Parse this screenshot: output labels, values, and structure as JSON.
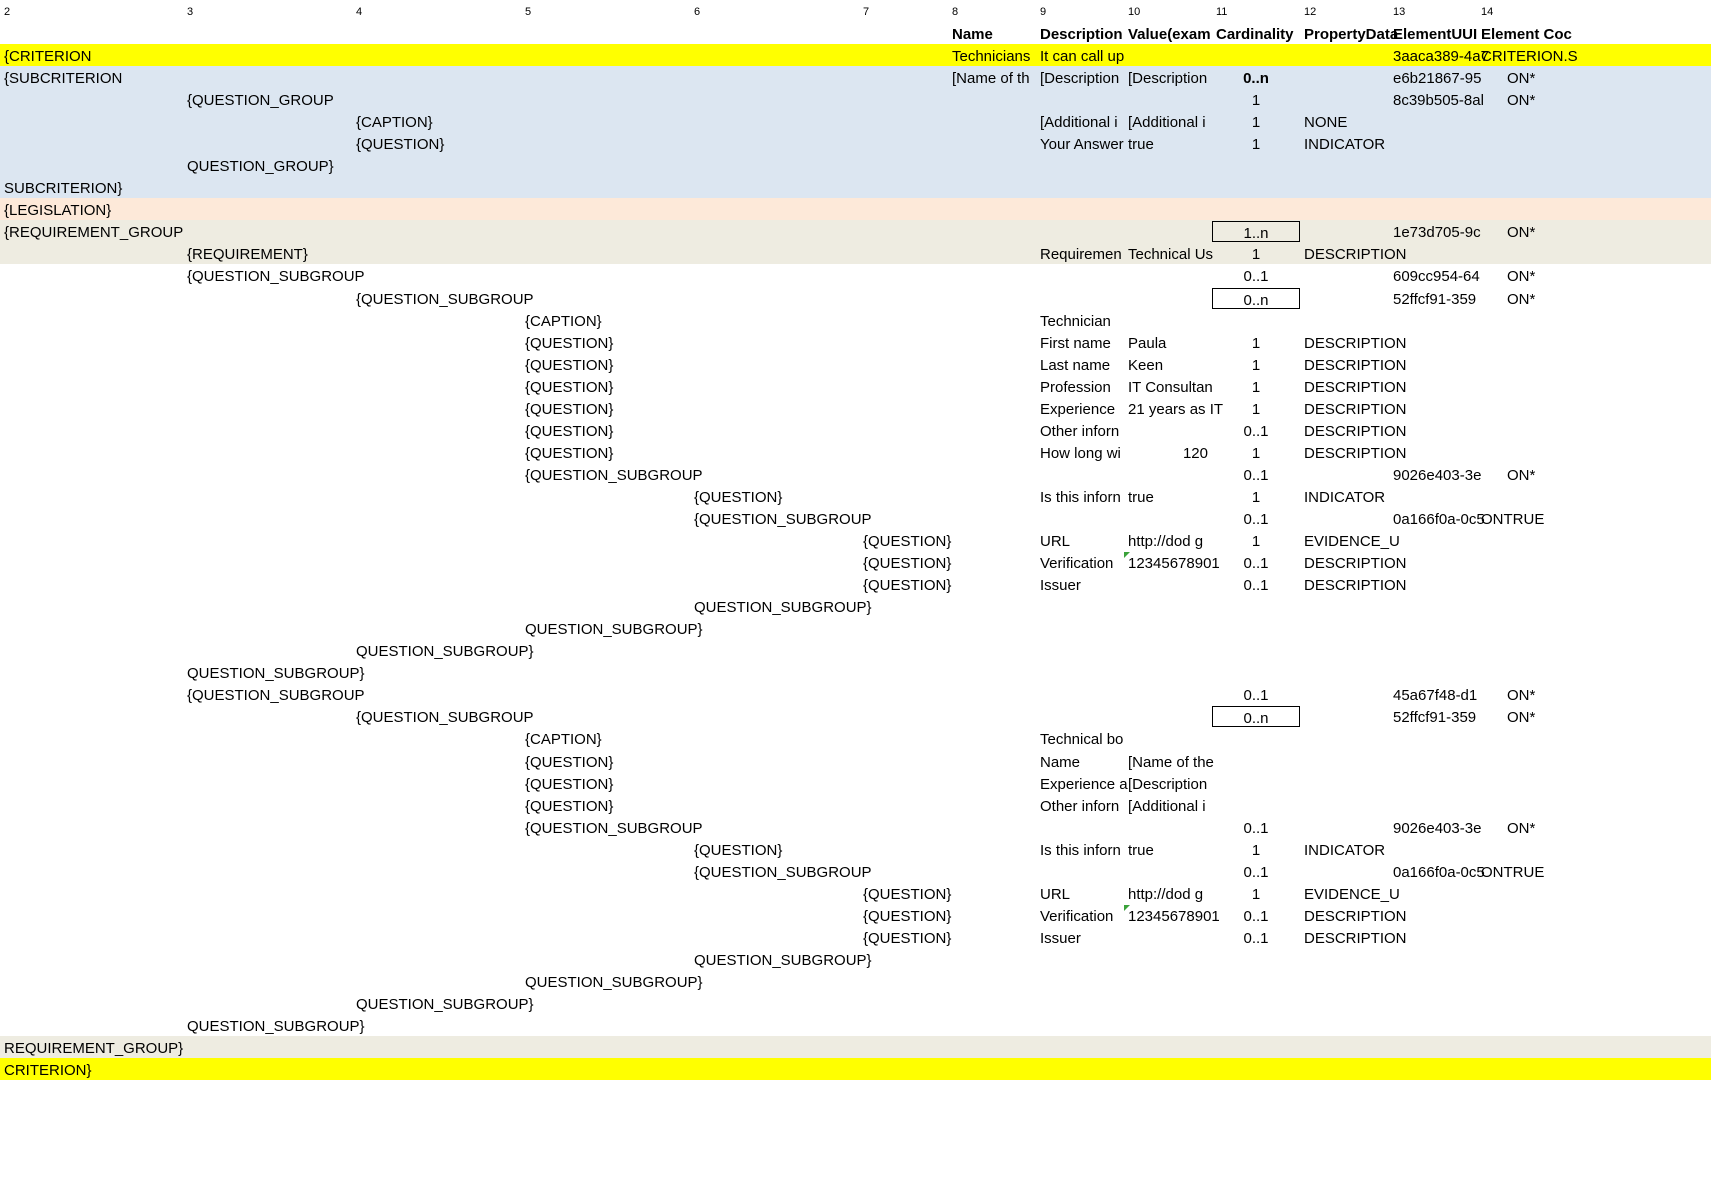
{
  "colors": {
    "criterion": "#ffff00",
    "subcriterion": "#dce6f1",
    "legislation": "#fde9d9",
    "requirement_group": "#eeece1",
    "comment_marker": "#3aa23a"
  },
  "column_numbers": [
    "2",
    "3",
    "4",
    "5",
    "6",
    "7",
    "8",
    "9",
    "10",
    "11",
    "12",
    "13",
    "14"
  ],
  "headers": {
    "name": "Name",
    "description": "Description",
    "value": "Value(exam",
    "cardinality": "Cardinality",
    "property_data": "PropertyData",
    "element_uuid": "ElementUUI",
    "element_code": "Element Coc"
  },
  "rows": [
    {
      "fill": "criterion",
      "level": 0,
      "tag": "{CRITERION",
      "name": "Technicians",
      "desc": "It can call up",
      "value": "",
      "card": "",
      "prop": "",
      "uuid": "3aaca389-4a7",
      "code": "CRITERION.S"
    },
    {
      "fill": "subcriterion",
      "level": 0,
      "tag": "{SUBCRITERION",
      "name": "[Name of th",
      "desc": "[Description",
      "value": "[Description",
      "card": "0..n",
      "cardBold": true,
      "prop": "",
      "uuid": "e6b21867-95",
      "code": "ON*"
    },
    {
      "fill": "subcriterion",
      "level": 1,
      "tag": "{QUESTION_GROUP",
      "name": "",
      "desc": "",
      "value": "",
      "card": "1",
      "prop": "",
      "uuid": "8c39b505-8al",
      "code": "ON*"
    },
    {
      "fill": "subcriterion",
      "level": 2,
      "tag": "{CAPTION}",
      "name": "",
      "desc": "[Additional i",
      "value": "[Additional i",
      "card": "1",
      "prop": "NONE",
      "uuid": "",
      "code": ""
    },
    {
      "fill": "subcriterion",
      "level": 2,
      "tag": "{QUESTION}",
      "name": "",
      "desc": "Your Answer",
      "value": "true",
      "card": "1",
      "prop": "INDICATOR",
      "uuid": "",
      "code": ""
    },
    {
      "fill": "subcriterion",
      "level": 1,
      "tag": "QUESTION_GROUP}",
      "name": "",
      "desc": "",
      "value": "",
      "card": "",
      "prop": "",
      "uuid": "",
      "code": ""
    },
    {
      "fill": "subcriterion",
      "level": 0,
      "tag": "SUBCRITERION}",
      "name": "",
      "desc": "",
      "value": "",
      "card": "",
      "prop": "",
      "uuid": "",
      "code": ""
    },
    {
      "fill": "legislation",
      "level": 0,
      "tag": "{LEGISLATION}",
      "name": "",
      "desc": "",
      "value": "",
      "card": "",
      "prop": "",
      "uuid": "",
      "code": ""
    },
    {
      "fill": "requirement_group",
      "level": 0,
      "tag": "{REQUIREMENT_GROUP",
      "name": "",
      "desc": "",
      "value": "",
      "card": "1..n",
      "cardBox": true,
      "prop": "",
      "uuid": "1e73d705-9c",
      "code": "ON*"
    },
    {
      "fill": "requirement_group",
      "level": 1,
      "tag": "{REQUIREMENT}",
      "name": "",
      "desc": "Requiremen",
      "value": "Technical Us",
      "card": "1",
      "prop": "DESCRIPTION",
      "uuid": "",
      "code": ""
    },
    {
      "fill": "",
      "level": 1,
      "tag": "{QUESTION_SUBGROUP",
      "name": "",
      "desc": "",
      "value": "",
      "card": "0..1",
      "prop": "",
      "uuid": "609cc954-64",
      "code": "ON*"
    },
    {
      "fill": "",
      "level": 2,
      "tag": "{QUESTION_SUBGROUP",
      "name": "",
      "desc": "",
      "value": "",
      "card": "0..n",
      "cardBox": true,
      "prop": "",
      "uuid": "52ffcf91-359",
      "code": "ON*"
    },
    {
      "fill": "",
      "level": 3,
      "tag": "{CAPTION}",
      "name": "",
      "desc": "Technician",
      "value": "",
      "card": "",
      "prop": "",
      "uuid": "",
      "code": ""
    },
    {
      "fill": "",
      "level": 3,
      "tag": "{QUESTION}",
      "name": "",
      "desc": "First name",
      "value": "Paula",
      "card": "1",
      "prop": "DESCRIPTION",
      "uuid": "",
      "code": ""
    },
    {
      "fill": "",
      "level": 3,
      "tag": "{QUESTION}",
      "name": "",
      "desc": "Last name",
      "value": "Keen",
      "card": "1",
      "prop": "DESCRIPTION",
      "uuid": "",
      "code": ""
    },
    {
      "fill": "",
      "level": 3,
      "tag": "{QUESTION}",
      "name": "",
      "desc": "Profession",
      "value": "IT Consultan",
      "card": "1",
      "prop": "DESCRIPTION",
      "uuid": "",
      "code": ""
    },
    {
      "fill": "",
      "level": 3,
      "tag": "{QUESTION}",
      "name": "",
      "desc": "Experience",
      "value": "21 years as IT",
      "card": "1",
      "prop": "DESCRIPTION",
      "uuid": "",
      "code": ""
    },
    {
      "fill": "",
      "level": 3,
      "tag": "{QUESTION}",
      "name": "",
      "desc": "Other inforn",
      "value": "",
      "card": "0..1",
      "prop": "DESCRIPTION",
      "uuid": "",
      "code": ""
    },
    {
      "fill": "",
      "level": 3,
      "tag": "{QUESTION}",
      "name": "",
      "desc": "How long wi",
      "value": "120",
      "valueRight": true,
      "card": "1",
      "prop": "DESCRIPTION",
      "uuid": "",
      "code": ""
    },
    {
      "fill": "",
      "level": 3,
      "tag": "{QUESTION_SUBGROUP",
      "name": "",
      "desc": "",
      "value": "",
      "card": "0..1",
      "prop": "",
      "uuid": "9026e403-3e",
      "code": "ON*"
    },
    {
      "fill": "",
      "level": 4,
      "tag": "{QUESTION}",
      "name": "",
      "desc": "Is this inforn",
      "value": "true",
      "card": "1",
      "prop": "INDICATOR",
      "uuid": "",
      "code": ""
    },
    {
      "fill": "",
      "level": 4,
      "tag": "{QUESTION_SUBGROUP",
      "name": "",
      "desc": "",
      "value": "",
      "card": "0..1",
      "prop": "",
      "uuid": "0a166f0a-0c5",
      "code": "ONTRUE"
    },
    {
      "fill": "",
      "level": 5,
      "tag": "{QUESTION}",
      "name": "",
      "desc": "URL",
      "value": "http://dod g",
      "card": "1",
      "prop": "EVIDENCE_U",
      "uuid": "",
      "code": ""
    },
    {
      "fill": "",
      "level": 5,
      "tag": "{QUESTION}",
      "name": "",
      "desc": "Verification",
      "value": "12345678901",
      "comment": true,
      "card": "0..1",
      "prop": "DESCRIPTION",
      "uuid": "",
      "code": ""
    },
    {
      "fill": "",
      "level": 5,
      "tag": "{QUESTION}",
      "name": "",
      "desc": "Issuer",
      "value": "",
      "card": "0..1",
      "prop": "DESCRIPTION",
      "uuid": "",
      "code": ""
    },
    {
      "fill": "",
      "level": 4,
      "tag": "QUESTION_SUBGROUP}",
      "name": "",
      "desc": "",
      "value": "",
      "card": "",
      "prop": "",
      "uuid": "",
      "code": ""
    },
    {
      "fill": "",
      "level": 3,
      "tag": "QUESTION_SUBGROUP}",
      "name": "",
      "desc": "",
      "value": "",
      "card": "",
      "prop": "",
      "uuid": "",
      "code": ""
    },
    {
      "fill": "",
      "level": 2,
      "tag": "QUESTION_SUBGROUP}",
      "name": "",
      "desc": "",
      "value": "",
      "card": "",
      "prop": "",
      "uuid": "",
      "code": ""
    },
    {
      "fill": "",
      "level": 1,
      "tag": "QUESTION_SUBGROUP}",
      "name": "",
      "desc": "",
      "value": "",
      "card": "",
      "prop": "",
      "uuid": "",
      "code": ""
    },
    {
      "fill": "",
      "level": 1,
      "tag": "{QUESTION_SUBGROUP",
      "name": "",
      "desc": "",
      "value": "",
      "card": "0..1",
      "prop": "",
      "uuid": "45a67f48-d1",
      "code": "ON*"
    },
    {
      "fill": "",
      "level": 2,
      "tag": "{QUESTION_SUBGROUP",
      "name": "",
      "desc": "",
      "value": "",
      "card": "0..n",
      "cardBox": true,
      "prop": "",
      "uuid": "52ffcf91-359",
      "code": "ON*"
    },
    {
      "fill": "",
      "level": 3,
      "tag": "{CAPTION}",
      "name": "",
      "desc": "Technical bo",
      "value": "",
      "card": "",
      "prop": "",
      "uuid": "",
      "code": ""
    },
    {
      "fill": "",
      "level": 3,
      "tag": "{QUESTION}",
      "name": "",
      "desc": "Name",
      "value": "[Name of the",
      "card": "",
      "prop": "",
      "uuid": "",
      "code": ""
    },
    {
      "fill": "",
      "level": 3,
      "tag": "{QUESTION}",
      "name": "",
      "desc": "Experience a",
      "value": "[Description",
      "card": "",
      "prop": "",
      "uuid": "",
      "code": ""
    },
    {
      "fill": "",
      "level": 3,
      "tag": "{QUESTION}",
      "name": "",
      "desc": "Other inforn",
      "value": "[Additional i",
      "card": "",
      "prop": "",
      "uuid": "",
      "code": ""
    },
    {
      "fill": "",
      "level": 3,
      "tag": "{QUESTION_SUBGROUP",
      "name": "",
      "desc": "",
      "value": "",
      "card": "0..1",
      "prop": "",
      "uuid": "9026e403-3e",
      "code": "ON*"
    },
    {
      "fill": "",
      "level": 4,
      "tag": "{QUESTION}",
      "name": "",
      "desc": "Is this inforn",
      "value": "true",
      "card": "1",
      "prop": "INDICATOR",
      "uuid": "",
      "code": ""
    },
    {
      "fill": "",
      "level": 4,
      "tag": "{QUESTION_SUBGROUP",
      "name": "",
      "desc": "",
      "value": "",
      "card": "0..1",
      "prop": "",
      "uuid": "0a166f0a-0c5",
      "code": "ONTRUE"
    },
    {
      "fill": "",
      "level": 5,
      "tag": "{QUESTION}",
      "name": "",
      "desc": "URL",
      "value": "http://dod g",
      "card": "1",
      "prop": "EVIDENCE_U",
      "uuid": "",
      "code": ""
    },
    {
      "fill": "",
      "level": 5,
      "tag": "{QUESTION}",
      "name": "",
      "desc": "Verification",
      "value": "12345678901",
      "comment": true,
      "card": "0..1",
      "prop": "DESCRIPTION",
      "uuid": "",
      "code": ""
    },
    {
      "fill": "",
      "level": 5,
      "tag": "{QUESTION}",
      "name": "",
      "desc": "Issuer",
      "value": "",
      "card": "0..1",
      "prop": "DESCRIPTION",
      "uuid": "",
      "code": ""
    },
    {
      "fill": "",
      "level": 4,
      "tag": "QUESTION_SUBGROUP}",
      "name": "",
      "desc": "",
      "value": "",
      "card": "",
      "prop": "",
      "uuid": "",
      "code": ""
    },
    {
      "fill": "",
      "level": 3,
      "tag": "QUESTION_SUBGROUP}",
      "name": "",
      "desc": "",
      "value": "",
      "card": "",
      "prop": "",
      "uuid": "",
      "code": ""
    },
    {
      "fill": "",
      "level": 2,
      "tag": "QUESTION_SUBGROUP}",
      "name": "",
      "desc": "",
      "value": "",
      "card": "",
      "prop": "",
      "uuid": "",
      "code": ""
    },
    {
      "fill": "",
      "level": 1,
      "tag": "QUESTION_SUBGROUP}",
      "name": "",
      "desc": "",
      "value": "",
      "card": "",
      "prop": "",
      "uuid": "",
      "code": ""
    },
    {
      "fill": "requirement_group",
      "level": 0,
      "tag": "REQUIREMENT_GROUP}",
      "name": "",
      "desc": "",
      "value": "",
      "card": "",
      "prop": "",
      "uuid": "",
      "code": ""
    },
    {
      "fill": "criterion",
      "level": 0,
      "tag": "CRITERION}",
      "name": "",
      "desc": "",
      "value": "",
      "card": "",
      "prop": "",
      "uuid": "",
      "code": ""
    }
  ]
}
